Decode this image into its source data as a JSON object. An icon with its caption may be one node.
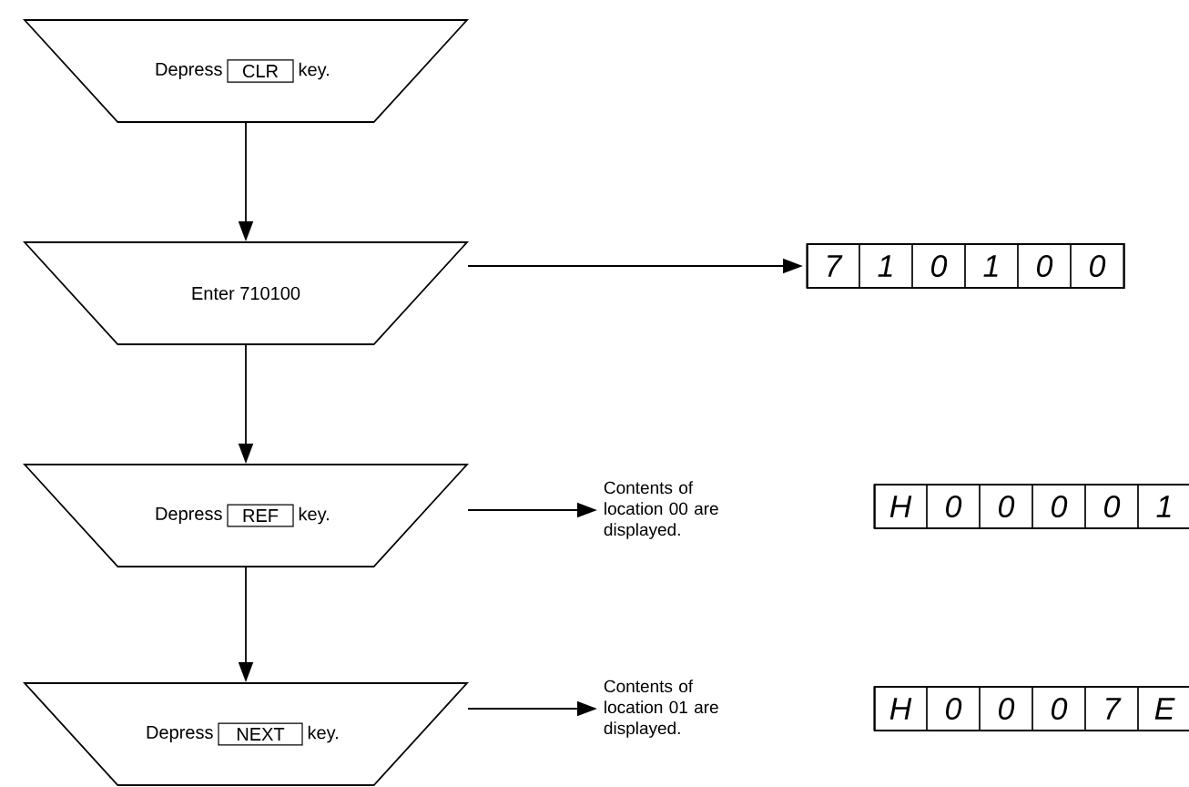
{
  "diagram": {
    "nodes": [
      {
        "text": [
          "Depress",
          "key."
        ]
      },
      {
        "text": [
          "CLR"
        ],
        "in": 0
      },
      {
        "text": [
          "Enter 710100"
        ]
      },
      {
        "text": [
          "7",
          "1",
          "0",
          "1",
          "0",
          "0"
        ]
      },
      {
        "text": [
          "Depress",
          "key."
        ]
      },
      {
        "text": [
          "REF"
        ],
        "in": 4
      },
      {
        "text": [
          "Contents of location 00 are displayed."
        ]
      },
      {
        "text": [
          "H",
          "0",
          "0",
          "0",
          "0",
          "1"
        ]
      },
      {
        "text": [
          "Depress",
          "key."
        ]
      },
      {
        "text": [
          "NEXT"
        ],
        "in": 8
      },
      {
        "text": [
          "Contents of location 01 are displayed."
        ]
      },
      {
        "text": [
          "H",
          "0",
          "0",
          "0",
          "7",
          "E"
        ]
      }
    ],
    "edges": [
      {
        "from": 0,
        "to": 2,
        "arrow": "to"
      },
      {
        "from": 2,
        "to": 3,
        "arrow": "to"
      },
      {
        "from": 2,
        "to": 4,
        "arrow": "to"
      },
      {
        "from": 4,
        "to": 6,
        "arrow": "to"
      },
      {
        "from": 4,
        "to": 8,
        "arrow": "to"
      },
      {
        "from": 8,
        "to": 10,
        "arrow": "to"
      }
    ]
  }
}
